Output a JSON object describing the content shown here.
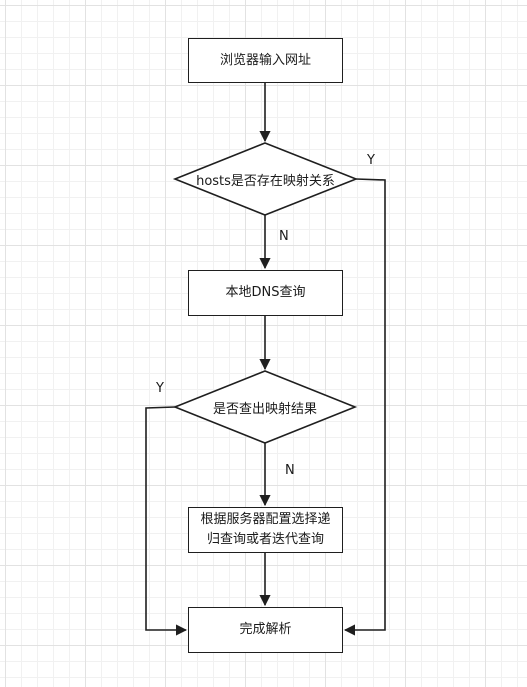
{
  "nodes": {
    "start": "浏览器输入网址",
    "hosts_check": "hosts是否存在映射关系",
    "local_dns": "本地DNS查询",
    "result_check": "是否查出映射结果",
    "server_query_line1": "根据服务器配置选择递",
    "server_query_line2": "归查询或者迭代查询",
    "finish": "完成解析"
  },
  "edges": {
    "hosts_yes": "Y",
    "hosts_no": "N",
    "result_yes": "Y",
    "result_no": "N"
  },
  "colors": {
    "stroke": "#1f1f1f",
    "fill": "#ffffff",
    "grid": "#e2e2e2"
  }
}
